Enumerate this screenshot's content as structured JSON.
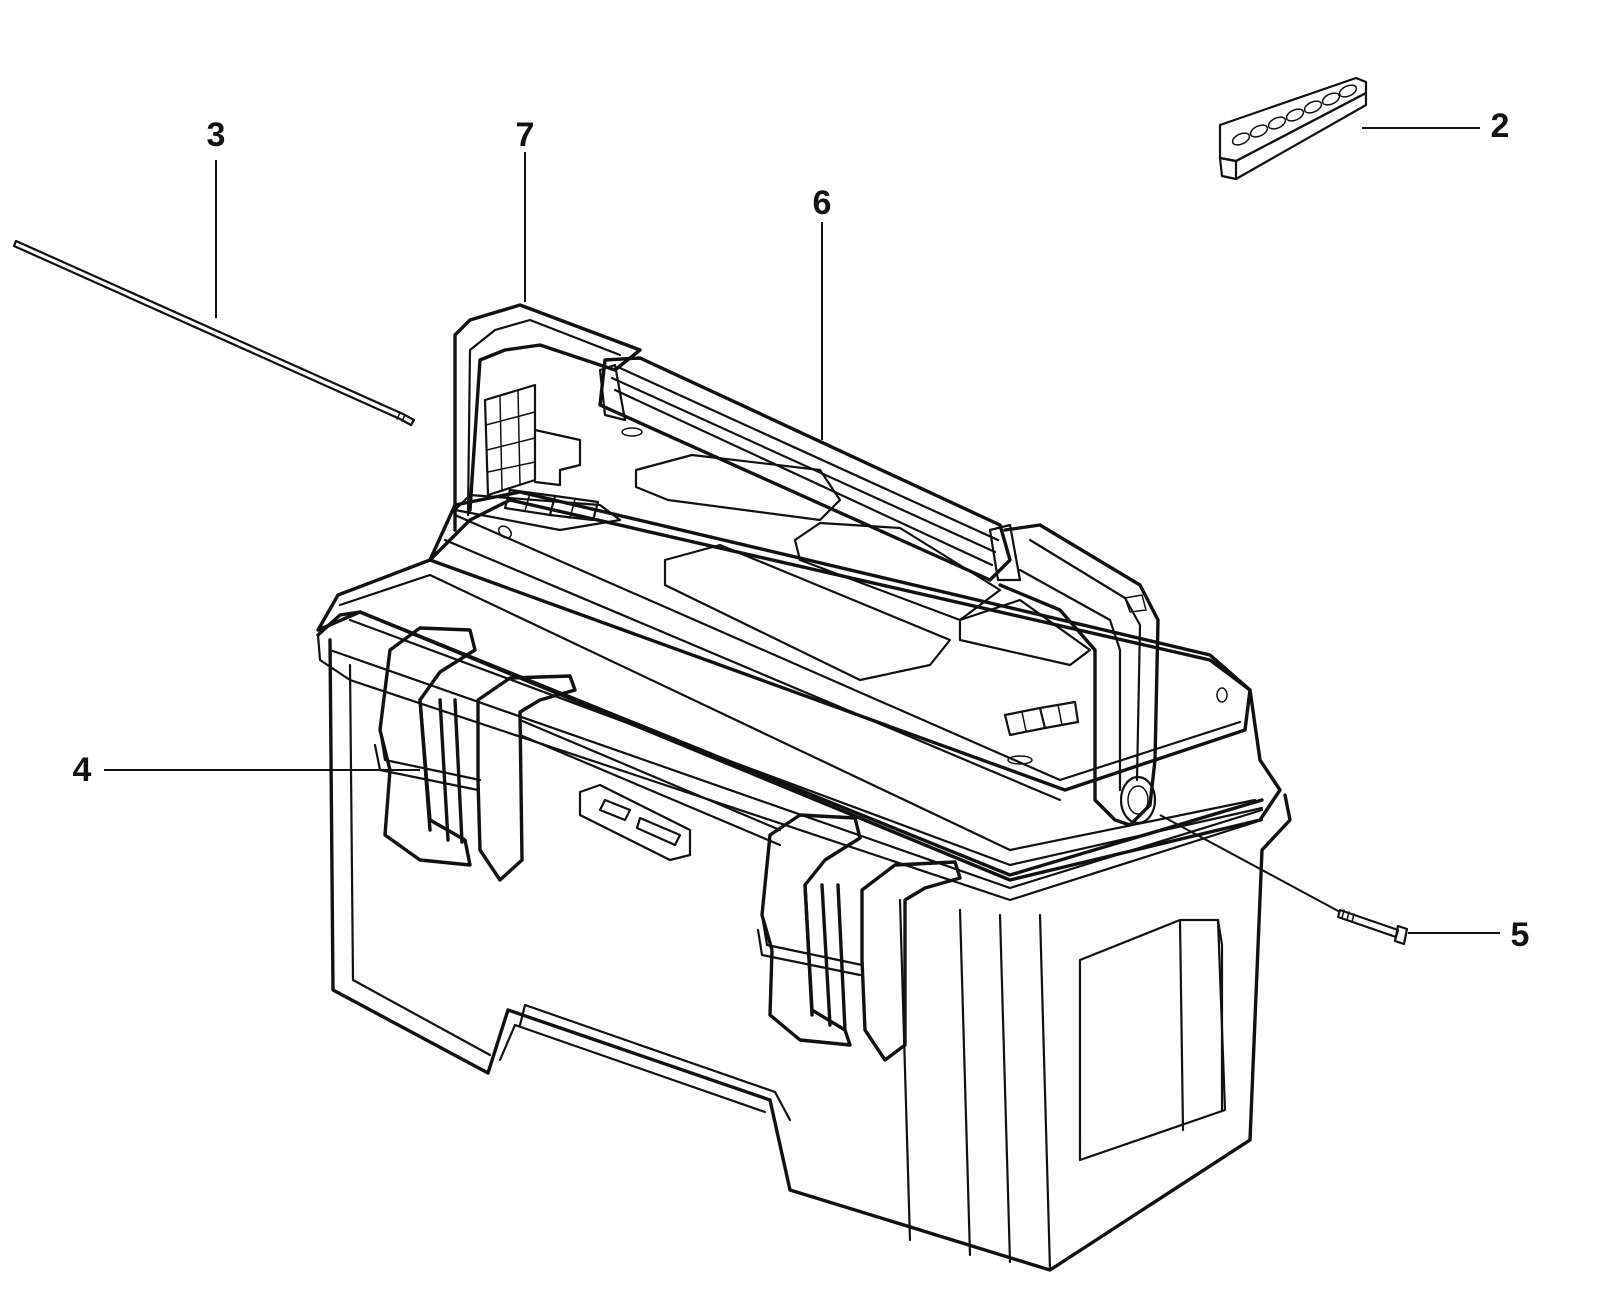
{
  "callouts": [
    {
      "id": "2",
      "label": "2"
    },
    {
      "id": "3",
      "label": "3"
    },
    {
      "id": "4",
      "label": "4"
    },
    {
      "id": "5",
      "label": "5"
    },
    {
      "id": "6",
      "label": "6"
    },
    {
      "id": "7",
      "label": "7"
    }
  ],
  "colors": {
    "line": "#111111",
    "background": "#ffffff"
  }
}
